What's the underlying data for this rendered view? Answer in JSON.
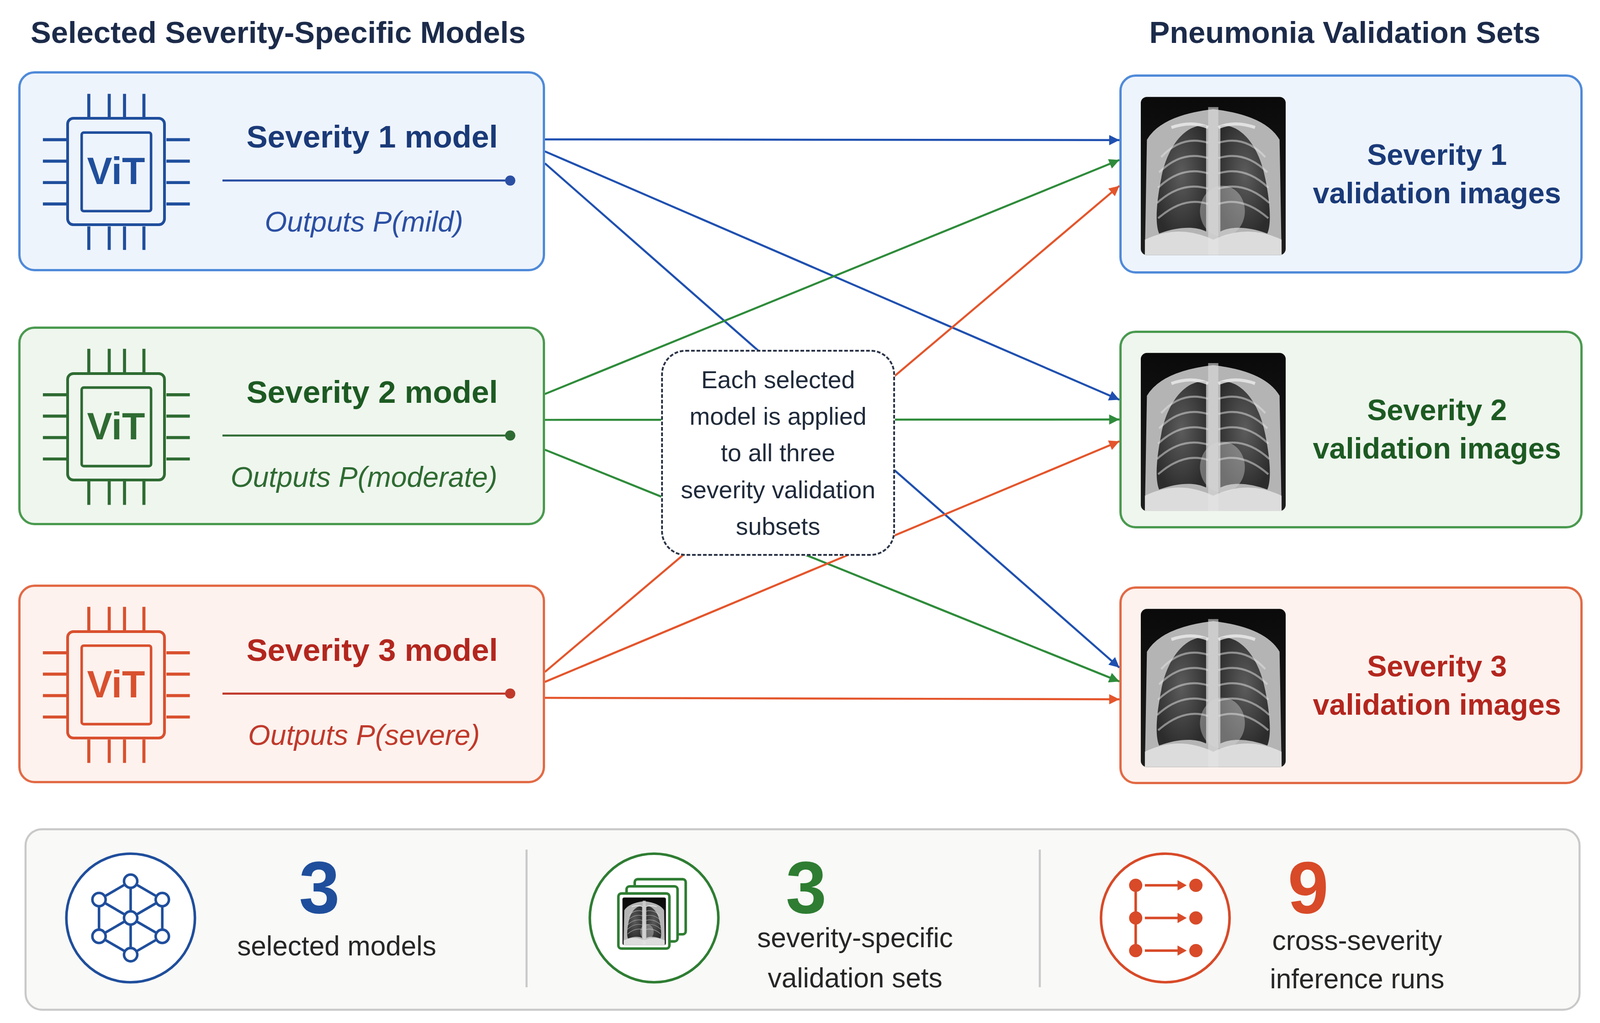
{
  "diagram": {
    "nodes": [
      {
        "text": [
          "Severity 1 model",
          "Outputs P(mild)"
        ]
      },
      {
        "text": [
          "ViT"
        ],
        "in": 0
      },
      {
        "text": [
          "Severity 2 model",
          "Outputs P(moderate)"
        ]
      },
      {
        "text": [
          "ViT"
        ],
        "in": 2
      },
      {
        "text": [
          "Severity 3 model",
          "Outputs P(severe)"
        ]
      },
      {
        "text": [
          "ViT"
        ],
        "in": 4
      },
      {
        "text": [
          "Severity 1 validation images"
        ]
      },
      {
        "text": [
          "Severity 2 validation images"
        ]
      },
      {
        "text": [
          "Severity 3 validation images"
        ]
      },
      {
        "text": [
          "Each selected model is applied to all three severity validation subsets"
        ]
      }
    ],
    "edges": [
      {
        "from": 0,
        "to": 6,
        "arrow": "to"
      },
      {
        "from": 0,
        "to": 7,
        "arrow": "to"
      },
      {
        "from": 0,
        "to": 8,
        "arrow": "to"
      },
      {
        "from": 2,
        "to": 6,
        "arrow": "to"
      },
      {
        "from": 2,
        "to": 7,
        "arrow": "to"
      },
      {
        "from": 2,
        "to": 8,
        "arrow": "to"
      },
      {
        "from": 4,
        "to": 6,
        "arrow": "to"
      },
      {
        "from": 4,
        "to": 7,
        "arrow": "to"
      },
      {
        "from": 4,
        "to": 8,
        "arrow": "to"
      }
    ],
    "labels": [
      "Selected Severity-Specific Models",
      "Pneumonia Validation Sets",
      "3",
      "selected models",
      "3",
      "severity-specific validation sets",
      "9",
      "cross-severity inference runs"
    ]
  }
}
